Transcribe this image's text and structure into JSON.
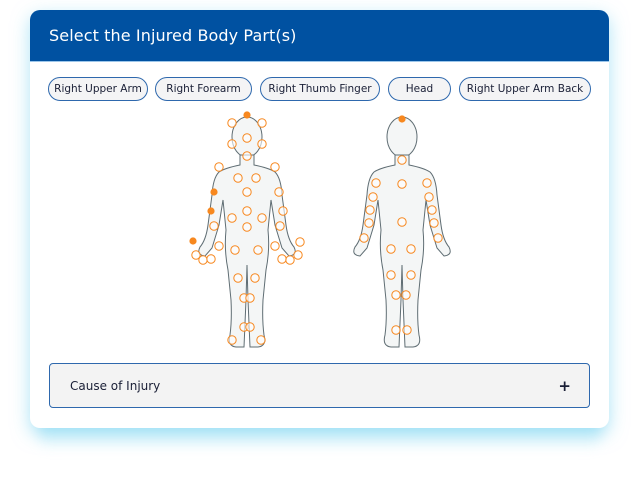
{
  "header": {
    "title": "Select the Injured Body Part(s)"
  },
  "selected_chips": [
    "Right Upper Arm",
    "Right Forearm",
    "Right Thumb Finger",
    "Head",
    "Right Upper Arm Back"
  ],
  "hotspots": {
    "front_selected_count": 4,
    "back_selected_count": 1
  },
  "accordion": {
    "label": "Cause of Injury",
    "toggle": "+"
  },
  "colors": {
    "header": "#0051a1",
    "hotspot": "#f7881f",
    "chip_border": "#2e68ad"
  }
}
